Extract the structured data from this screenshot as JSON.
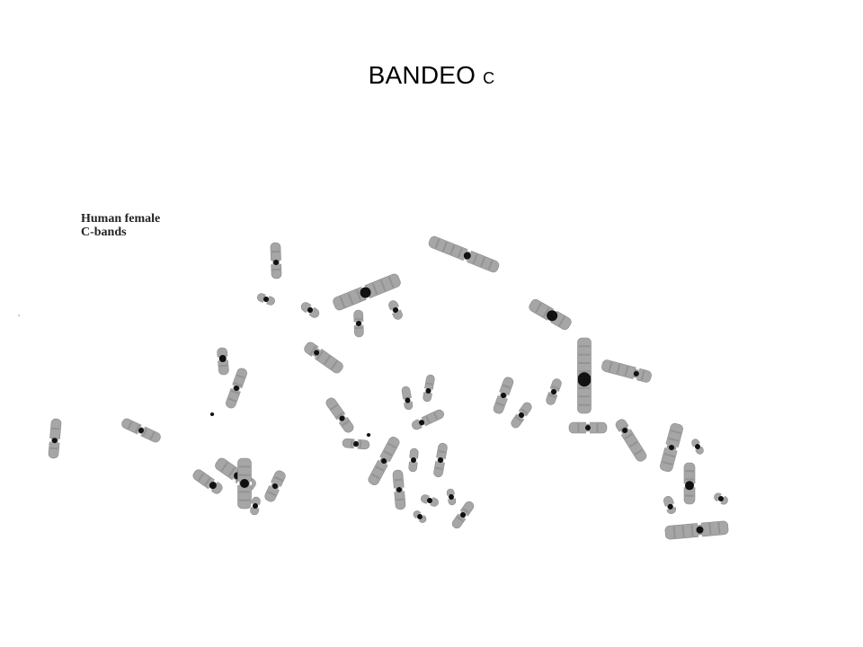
{
  "slide": {
    "title_main": "BANDEO",
    "title_suffix": "C"
  },
  "figure": {
    "caption_line1": "Human female",
    "caption_line2": "C-bands"
  },
  "colors": {
    "background": "#ffffff",
    "chromatid": "#a6a6a6",
    "band": "#7d7d7d",
    "heterochromatin": "#111111"
  }
}
